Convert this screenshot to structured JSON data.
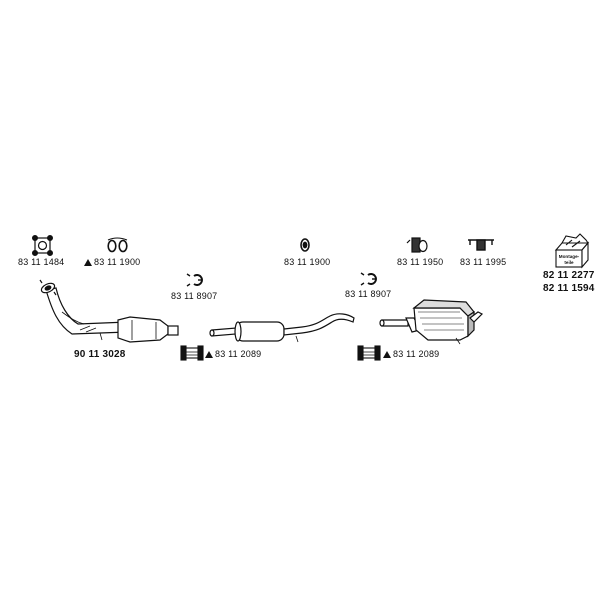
{
  "parts": {
    "gasket_square": "83 11 1484",
    "gasket_double": "83 11 1900",
    "clamp_1": "83 11 8907",
    "hanger_1": "83 11 1900",
    "clamp_2": "83 11 8907",
    "mount_1": "83 11 1950",
    "mount_2": "83 11 1995",
    "kit_1": "82 11 2277",
    "kit_2": "82 11 1594",
    "front_pipe_catalyst": "90 11 3028",
    "sleeve_clamp_1": "83 11 2089",
    "sleeve_clamp_2": "83 11 2089"
  },
  "kit_box_text": "Montage-teile",
  "icons": [
    "square-gasket-icon",
    "double-ring-gasket-icon",
    "clamp-icon",
    "rubber-hanger-icon",
    "bracket-mount-icon",
    "hanger-bar-icon",
    "mounting-kit-box-icon",
    "sleeve-clamp-icon",
    "warning-triangle-icon"
  ]
}
